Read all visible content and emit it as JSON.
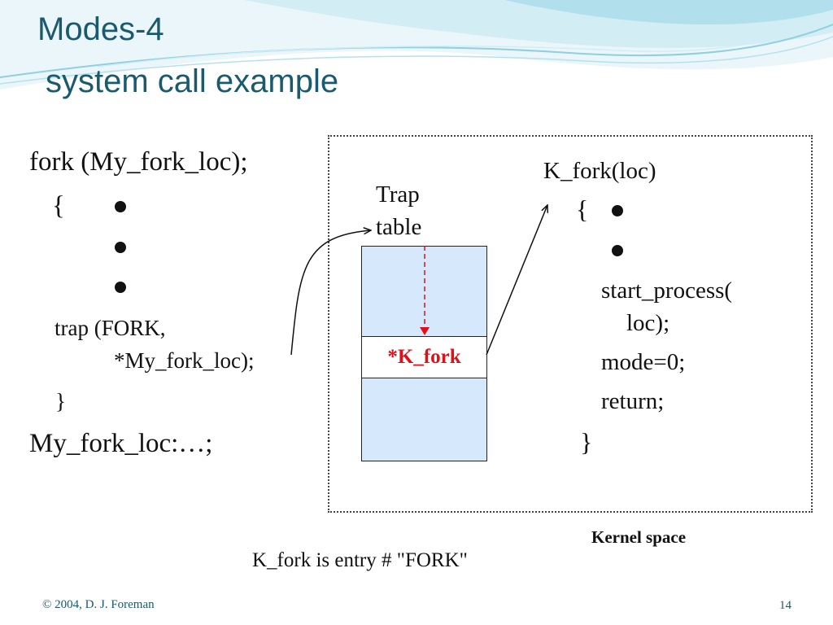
{
  "title": {
    "line1": "Modes-4",
    "line2": "system call example"
  },
  "user_code": {
    "call": "fork (My_fork_loc);",
    "open_brace": "{",
    "trap_line1": "trap (FORK,",
    "trap_line2": "*My_fork_loc);",
    "close_brace": "}",
    "label": "My_fork_loc:…;"
  },
  "trap_table": {
    "label_line1": "Trap",
    "label_line2": "table",
    "entry": "*K_fork"
  },
  "kernel_code": {
    "header": "K_fork(loc)",
    "open_brace": "{",
    "line1": "start_process(",
    "line2": "loc);",
    "line3": "mode=0;",
    "line4": "return;",
    "close_brace": "}"
  },
  "kernel_space_label": "Kernel space",
  "note": "K_fork is entry # \"FORK\"",
  "footer": {
    "copyright": "© 2004, D. J. Foreman",
    "page": "14"
  },
  "colors": {
    "title": "#1a5a6c",
    "entry_text": "#e0101b",
    "table_fill": "#d6e8fb",
    "pointer": "#e0101b"
  }
}
